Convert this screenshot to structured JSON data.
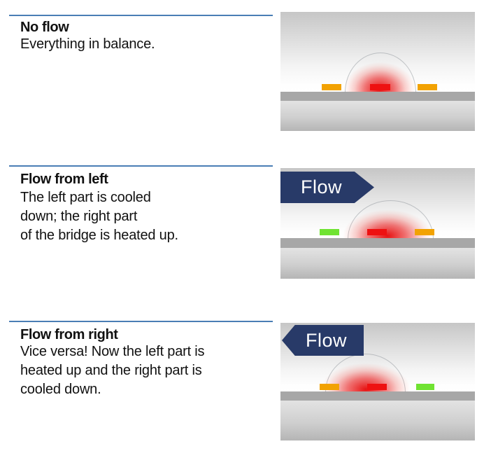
{
  "sections": [
    {
      "heading": "No flow",
      "body_lines": [
        "Everything in balance."
      ],
      "flow": {
        "present": false,
        "label": "",
        "direction": "none"
      },
      "diagram": {
        "sensors_left_to_right": [
          "orange",
          "red",
          "orange"
        ],
        "heat_position": "centered"
      }
    },
    {
      "heading": "Flow from left",
      "body_lines": [
        "The left part is cooled",
        "down; the right part",
        "of the bridge is heated up."
      ],
      "flow": {
        "present": true,
        "label": "Flow",
        "direction": "right"
      },
      "diagram": {
        "sensors_left_to_right": [
          "green",
          "red",
          "orange"
        ],
        "heat_position": "shifted-right"
      }
    },
    {
      "heading": "Flow from right",
      "body_lines": [
        "Vice versa! Now the left part is",
        "heated up and the right part is",
        "cooled down."
      ],
      "flow": {
        "present": true,
        "label": "Flow",
        "direction": "left"
      },
      "diagram": {
        "sensors_left_to_right": [
          "orange",
          "red",
          "green"
        ],
        "heat_position": "shifted-left"
      }
    }
  ],
  "colors": {
    "rule_blue": "#4A7EB5",
    "arrow_navy": "#283A68",
    "sensor_orange": "#F2A202",
    "heater_red": "#EE1111",
    "sensor_green": "#70E332",
    "bridge_gray": "#A7A7A7",
    "heat_glow_red": "#E40000",
    "text": "#111111"
  }
}
